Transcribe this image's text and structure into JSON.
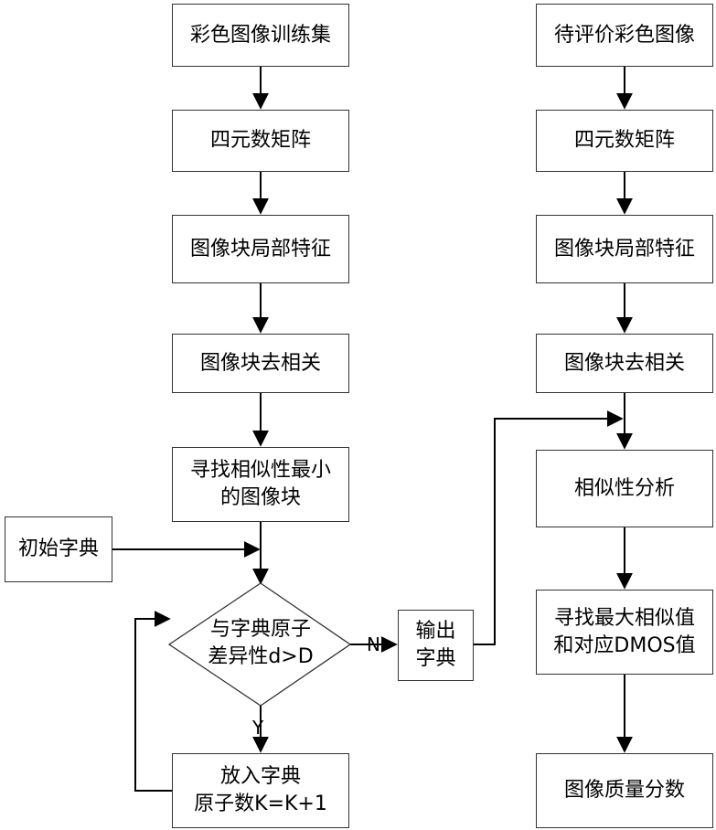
{
  "nodes": {
    "train_set": "彩色图像训练集",
    "quat_left": "四元数矩阵",
    "patch_left": "图像块局部特征",
    "decor_left": "图像块去相关",
    "find_min_l1": "寻找相似性最小",
    "find_min_l2": "的图像块",
    "init_dict": "初始字典",
    "decision_l1": "与字典原子",
    "decision_l2": "差异性d>D",
    "add_dict_l1": "放入字典",
    "add_dict_l2": "原子数K=K+1",
    "output_l1": "输出",
    "output_l2": "字典",
    "eval_img": "待评价彩色图像",
    "quat_right": "四元数矩阵",
    "patch_right": "图像块局部特征",
    "decor_right": "图像块去相关",
    "similarity": "相似性分析",
    "find_max_l1": "寻找最大相似值",
    "find_max_l2": "和对应DMOS值",
    "quality": "图像质量分数"
  },
  "edge_labels": {
    "no": "N",
    "yes": "Y"
  }
}
